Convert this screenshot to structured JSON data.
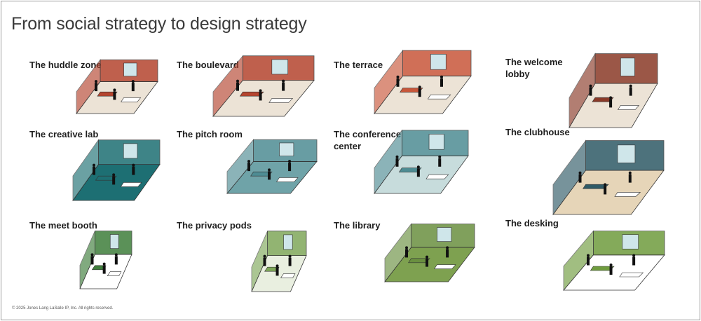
{
  "title": "From social strategy to design strategy",
  "spaces": [
    {
      "label": "The huddle zone",
      "accent": "#b5452f",
      "floor": "#ece3d6"
    },
    {
      "label": "The boulevard",
      "accent": "#b5452f",
      "floor": "#ece3d6"
    },
    {
      "label": "The terrace",
      "accent": "#c8573a",
      "floor": "#ece3d6"
    },
    {
      "label": "The welcome lobby",
      "accent": "#8a3a28",
      "floor": "#ece3d6"
    },
    {
      "label": "The creative lab",
      "accent": "#1d6f73",
      "floor": "#1d6f73"
    },
    {
      "label": "The pitch room",
      "accent": "#4e8c93",
      "floor": "#6fa3a8"
    },
    {
      "label": "The conference center",
      "accent": "#4e8c93",
      "floor": "#c7dcdc"
    },
    {
      "label": "The clubhouse",
      "accent": "#2f5a66",
      "floor": "#e6d5b8"
    },
    {
      "label": "The meet booth",
      "accent": "#3f7e3c",
      "floor": "#ffffff"
    },
    {
      "label": "The privacy pods",
      "accent": "#7fa85a",
      "floor": "#e9efe0"
    },
    {
      "label": "The library",
      "accent": "#6a9040",
      "floor": "#7ea150"
    },
    {
      "label": "The desking",
      "accent": "#6f9c3e",
      "floor": "#ffffff"
    }
  ],
  "footer": "© 2025 Jones Lang LaSalle IP, Inc. All rights reserved."
}
